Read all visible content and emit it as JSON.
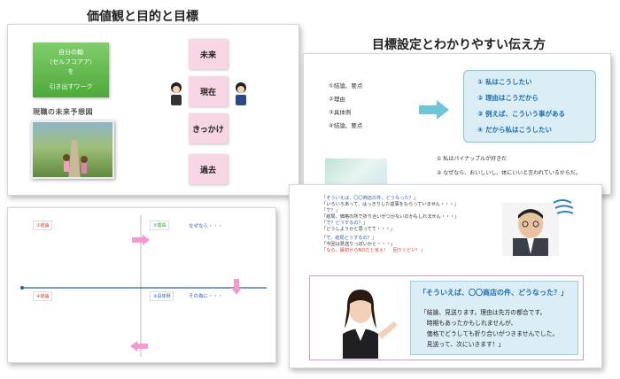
{
  "titles": {
    "left": "価値観と目的と目標",
    "right": "目標設定とわかりやすい伝え方"
  },
  "slide1": {
    "green_box": [
      "自分の軸",
      "（セルフコアア）",
      "を",
      "引き出すワーク"
    ],
    "chalk_title": "現職の未来予想図",
    "cards": [
      "未来",
      "現在",
      "きっかけ",
      "過去"
    ]
  },
  "slide2": {
    "list": [
      "①結論、要点",
      "②理由",
      "③具体例",
      "④結論、要点"
    ],
    "blue_items": [
      "① 私はこうしたい",
      "② 理由はこうだから",
      "③ 例えば、こういう事がある",
      "④ だから私はこうしたい"
    ],
    "examples": [
      "① 私はパイナップルが好きだ",
      "② なぜなら、おいしいし、体にいいと言われているからだ。"
    ]
  },
  "slide3": {
    "labels": [
      "①結論",
      "②理由",
      "③具体例",
      "④結論"
    ],
    "notes": [
      "なぜなら・・・",
      "その為に・・・"
    ]
  },
  "slide4": {
    "dialog": [
      {
        "t": "「そういえば、〇〇商店の件、どうなった？」",
        "c": "q"
      },
      {
        "t": "「いろいろあって、はっきりした返事をもらっていません・・・」",
        "c": "a"
      },
      {
        "t": "「で？」",
        "c": "q"
      },
      {
        "t": "「結局、価格の所で折り合いがつかないのかもしれません・・・」",
        "c": "a"
      },
      {
        "t": "「で？どうするの？」",
        "c": "q"
      },
      {
        "t": "「どうしようかと思ってて・・・」",
        "c": "a"
      },
      {
        "t": "「で、結局どうするの？」",
        "c": "q"
      },
      {
        "t": "「今回は見送りっぽいかと・・・」",
        "c": "a"
      },
      {
        "t": "「なら、最初からNOだと言え！　回りくどい！」",
        "c": "r"
      }
    ],
    "answer_title": "「そういえば、〇〇商店の件、どうなった？」",
    "answer_lines": [
      "「結論、見送ります。理由は先方の都合です。",
      "　時期もあったかもしれませんが、",
      "　価格でどうしても折り合いがつきませんでした。",
      "　見送って、次にいきます！」"
    ]
  }
}
